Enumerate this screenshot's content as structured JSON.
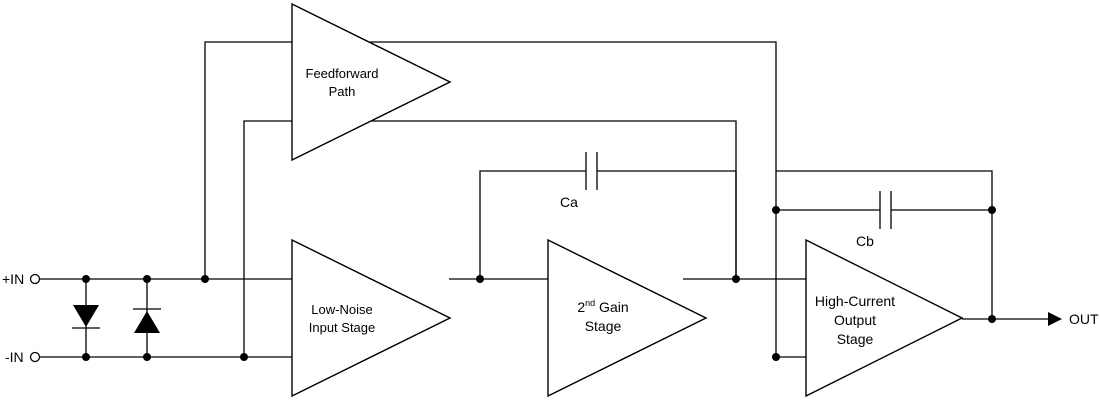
{
  "terminals": {
    "in_plus": "+IN",
    "in_minus": "-IN",
    "out": "OUT"
  },
  "blocks": {
    "feedforward": {
      "line1": "Feedforward",
      "line2": "Path"
    },
    "input_stage": {
      "line1": "Low-Noise",
      "line2": "Input Stage"
    },
    "gain_stage": {
      "num": "2",
      "sup": "nd",
      "rest": " Gain",
      "line2": "Stage"
    },
    "output_stage": {
      "line1": "High-Current",
      "line2": "Output",
      "line3": "Stage"
    }
  },
  "capacitors": {
    "ca": "Ca",
    "cb": "Cb"
  }
}
